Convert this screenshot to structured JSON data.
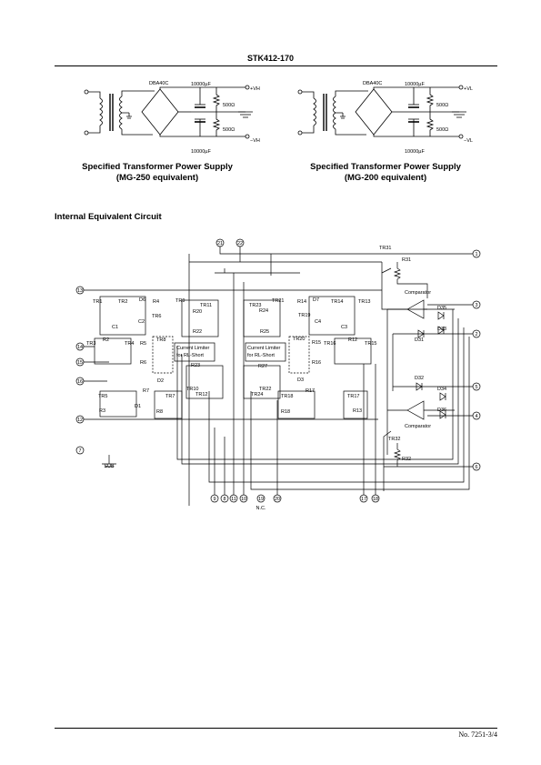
{
  "header": {
    "title": "STK412-170"
  },
  "psu_left": {
    "bridge": "DBA40C",
    "cap_top": "10000µF",
    "cap_bottom": "10000µF",
    "res_top": "500Ω",
    "res_bottom": "500Ω",
    "out_pos": "+VH",
    "out_neg": "−VH",
    "caption_line1": "Specified Transformer Power Supply",
    "caption_line2": "(MG-250 equivalent)"
  },
  "psu_right": {
    "bridge": "DBA40C",
    "cap_top": "10000µF",
    "cap_bottom": "10000µF",
    "res_top": "500Ω",
    "res_bottom": "500Ω",
    "out_pos": "+VL",
    "out_neg": "−VL",
    "caption_line1": "Specified Transformer Power Supply",
    "caption_line2": "(MG-200 equivalent)"
  },
  "section_title": "Internal Equivalent Circuit",
  "circuit": {
    "limiter_left": [
      "Current Limiter",
      "for RL-Short"
    ],
    "limiter_right": [
      "Current Limiter",
      "for RL-Short"
    ],
    "comparator_top": "Comparator",
    "comparator_bottom": "Comparator",
    "sub_label": "SUB",
    "nc_label": "N.C.",
    "pins_top": [
      "21",
      "22"
    ],
    "pins_right": [
      "1",
      "3",
      "2",
      "5",
      "4",
      "6"
    ],
    "pins_left": [
      "13",
      "14",
      "15",
      "16",
      "12",
      "7"
    ],
    "pins_bottom": [
      "9",
      "8",
      "11",
      "10",
      "19",
      "20",
      "17",
      "18"
    ],
    "labels": [
      "TR1",
      "TR2",
      "R2",
      "C1",
      "TR3",
      "TR4",
      "D6",
      "R4",
      "TR6",
      "C2",
      "TR8",
      "R5",
      "R6",
      "D2",
      "TR5",
      "R7",
      "TR7",
      "R3",
      "D1",
      "R8",
      "TR9",
      "TR11",
      "R20",
      "R22",
      "R23",
      "TR10",
      "TR12",
      "TR23",
      "TR21",
      "R24",
      "R25",
      "R27",
      "TR20",
      "TR24",
      "TR22",
      "D3",
      "R15",
      "R16",
      "R14",
      "D7",
      "TR14",
      "TR13",
      "TR19",
      "C4",
      "R12",
      "TR16",
      "C3",
      "TR15",
      "TR18",
      "R17",
      "TR17",
      "R13",
      "R18",
      "TR31",
      "R31",
      "D35",
      "D33",
      "D31",
      "D32",
      "D34",
      "D36",
      "TR32",
      "R32"
    ]
  },
  "footer": {
    "doc_no": "No. 7251-3/4"
  }
}
